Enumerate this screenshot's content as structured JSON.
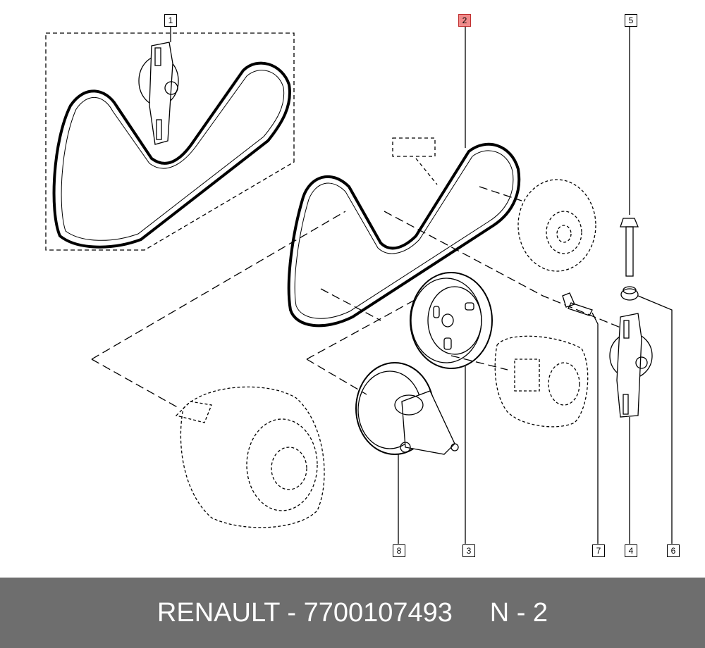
{
  "callouts": [
    {
      "id": "1",
      "highlight": false
    },
    {
      "id": "2",
      "highlight": true
    },
    {
      "id": "3",
      "highlight": false
    },
    {
      "id": "4",
      "highlight": false
    },
    {
      "id": "5",
      "highlight": false
    },
    {
      "id": "6",
      "highlight": false
    },
    {
      "id": "7",
      "highlight": false
    },
    {
      "id": "8",
      "highlight": false
    }
  ],
  "footer": {
    "brand": "RENAULT",
    "separator": " - ",
    "part_number": "7700107493",
    "ref": "N - 2"
  },
  "colors": {
    "line": "#000000",
    "highlight": "#f08a8a",
    "footer_bg": "#6e6e6e",
    "footer_text": "#ffffff"
  }
}
